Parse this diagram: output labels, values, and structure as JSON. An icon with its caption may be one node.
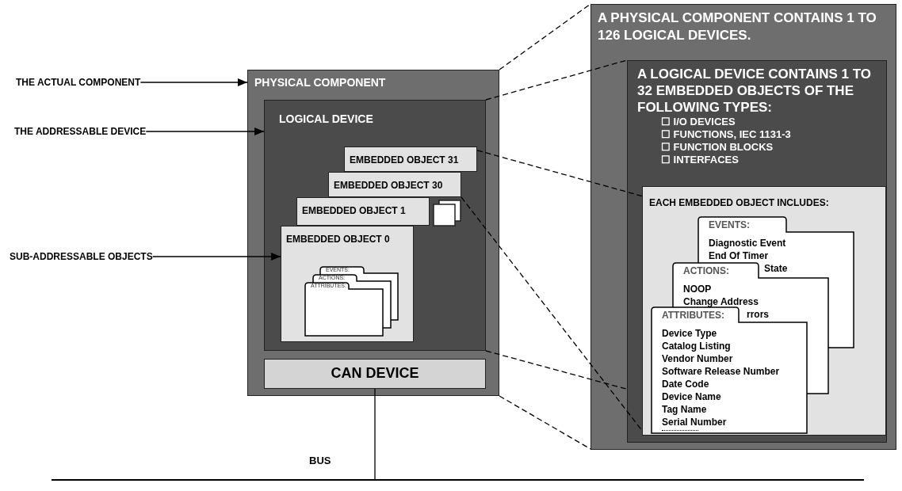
{
  "diagram": {
    "nodes": [
      {
        "text": [
          "THE ACTUAL COMPONENT"
        ]
      },
      {
        "text": [
          "THE ADDRESSABLE DEVICE"
        ]
      },
      {
        "text": [
          "SUB-ADDRESSABLE OBJECTS"
        ]
      },
      {
        "text": [
          "PHYSICAL COMPONENT"
        ]
      },
      {
        "text": [
          "LOGICAL DEVICE"
        ],
        "in": 3
      },
      {
        "text": [
          "EMBEDDED OBJECT 31"
        ],
        "in": 4
      },
      {
        "text": [
          "EMBEDDED OBJECT 30"
        ],
        "in": 4
      },
      {
        "text": [
          "EMBEDDED OBJECT 1"
        ],
        "in": 4
      },
      {
        "text": [
          "EMBEDDED OBJECT 0"
        ],
        "in": 4
      },
      {
        "text": [
          "EVENTS:"
        ],
        "in": 8
      },
      {
        "text": [
          "ACTIONS:"
        ],
        "in": 8
      },
      {
        "text": [
          "ATTRIBUTES:"
        ],
        "in": 8
      },
      {
        "text": [
          "CAN DEVICE"
        ],
        "in": 3
      },
      {
        "text": [
          "A PHYSICAL COMPONENT CONTAINS 1 TO 126 LOGICAL DEVICES."
        ]
      },
      {
        "text": [
          "A LOGICAL DEVICE CONTAINS 1 TO 32 EMBEDDED OBJECTS OF THE FOLLOWING TYPES:",
          "☐ I/O DEVICES",
          "☐ FUNCTIONS, IEC 1131-3",
          "☐ FUNCTION BLOCKS",
          "☐ INTERFACES"
        ],
        "in": 13
      },
      {
        "text": [
          "EACH EMBEDDED OBJECT INCLUDES:"
        ],
        "in": 14
      },
      {
        "text": [
          "EVENTS:",
          "Diagnostic Event",
          "End Of Timer",
          "State"
        ],
        "in": 15
      },
      {
        "text": [
          "ACTIONS:",
          "NOOP",
          "Change Address",
          "rrors"
        ],
        "in": 15
      },
      {
        "text": [
          "ATTRIBUTES:",
          "Device Type",
          "Catalog Listing",
          "Vendor Number",
          "Software Release Number",
          "Date Code",
          "Device Name",
          "Tag Name",
          "Serial Number"
        ],
        "in": 15
      },
      {
        "text": [
          "BUS"
        ]
      }
    ],
    "edges": [
      {
        "from": 0,
        "to": 3,
        "arrow": "to"
      },
      {
        "from": 1,
        "to": 4,
        "arrow": "to"
      },
      {
        "from": 2,
        "to": 8,
        "arrow": "to"
      },
      {
        "from": 3,
        "to": 13,
        "arrow": "none",
        "style": "dashed"
      },
      {
        "from": 3,
        "to": 13,
        "arrow": "none",
        "style": "dashed"
      },
      {
        "from": 4,
        "to": 14,
        "arrow": "none",
        "style": "dashed"
      },
      {
        "from": 4,
        "to": 14,
        "arrow": "none",
        "style": "dashed"
      },
      {
        "from": 5,
        "to": 15,
        "arrow": "none",
        "style": "dashed"
      },
      {
        "from": 6,
        "to": 15,
        "arrow": "none",
        "style": "dashed"
      },
      {
        "from": 12,
        "to": 19,
        "arrow": "none"
      }
    ]
  }
}
